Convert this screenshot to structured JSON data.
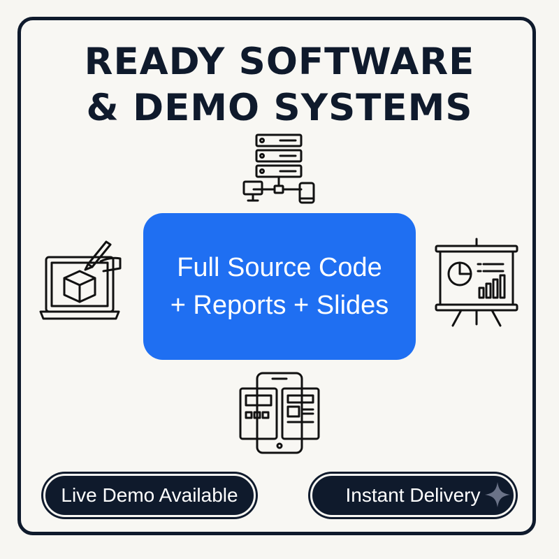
{
  "title": {
    "line1": "READY SOFTWARE",
    "line2": "& DEMO SYSTEMS"
  },
  "center_box": {
    "line1": "Full Source Code",
    "line2": "+ Reports + Slides"
  },
  "badges": {
    "live_demo": "Live Demo Available",
    "instant_delivery": "Instant Delivery"
  },
  "icons": {
    "top": "server-network-icon",
    "left": "laptop-3d-design-icon",
    "right": "presentation-board-icon",
    "bottom": "mobile-web-layout-icon",
    "sparkle": "sparkle-icon"
  },
  "colors": {
    "accent": "#1f6ff2",
    "dark": "#0f1a2c",
    "background": "#f7f6f2"
  }
}
